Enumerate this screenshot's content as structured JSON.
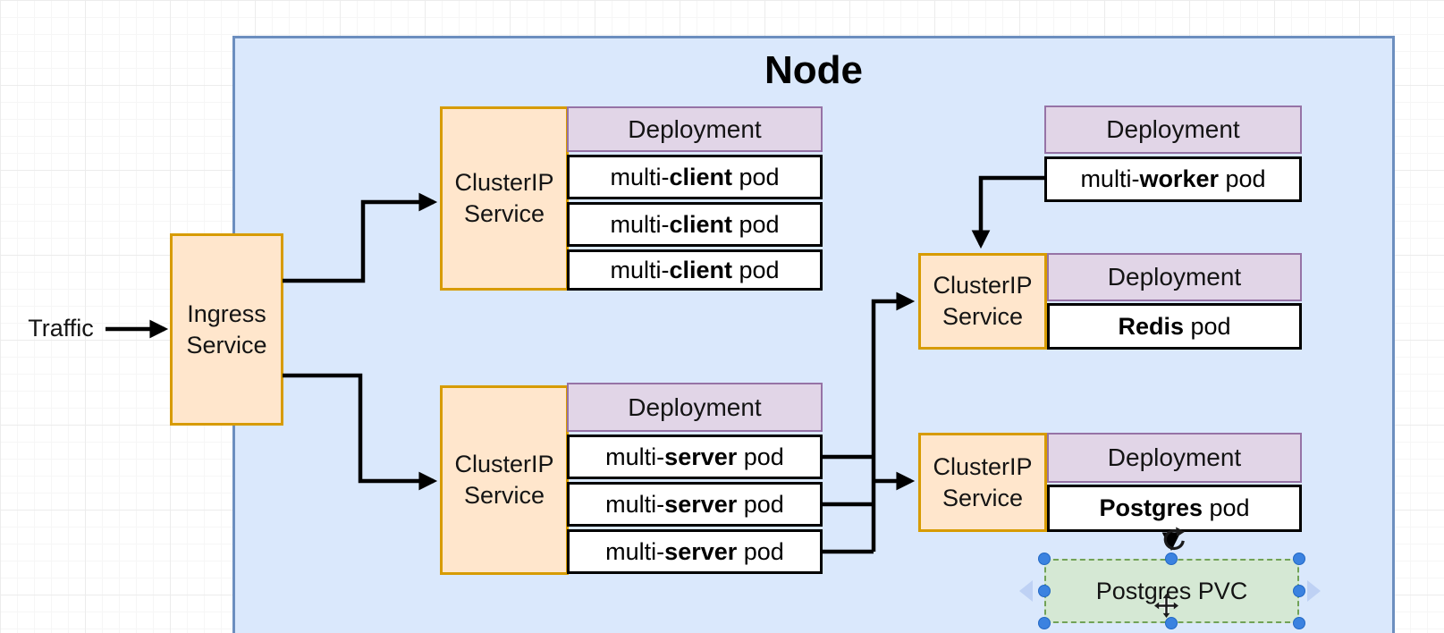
{
  "node": {
    "title": "Node"
  },
  "traffic": {
    "label": "Traffic"
  },
  "ingress": {
    "line1": "Ingress",
    "line2": "Service"
  },
  "cluster_ip": {
    "line1": "ClusterIP",
    "line2": "Service"
  },
  "deployments": {
    "client": {
      "header": "Deployment",
      "pods": {
        "prefix": "multi-",
        "name": "client",
        "suffix": " pod"
      }
    },
    "server": {
      "header": "Deployment",
      "pods": {
        "prefix": "multi-",
        "name": "server",
        "suffix": " pod"
      }
    },
    "worker": {
      "header": "Deployment",
      "pods": {
        "prefix": "multi-",
        "name": "worker",
        "suffix": " pod"
      }
    },
    "redis": {
      "header": "Deployment",
      "pods": {
        "prefix": "",
        "name": "Redis",
        "suffix": " pod"
      }
    },
    "postgres": {
      "header": "Deployment",
      "pods": {
        "prefix": "",
        "name": "Postgres",
        "suffix": " pod"
      }
    }
  },
  "pvc": {
    "label": "Postgres PVC"
  },
  "colors": {
    "node_fill": "#dae8fc",
    "node_border": "#6c8ebf",
    "service_fill": "#ffe6cc",
    "service_border": "#d79b00",
    "deployment_fill": "#e1d5e7",
    "deployment_border": "#9673a6",
    "pod_fill": "#ffffff",
    "pod_border": "#000000",
    "pvc_fill": "#d5e8d4",
    "pvc_border": "#82b366",
    "selection_handle": "#3b82e0",
    "direction_arrow": "#b8cdf2",
    "connector": "#000000"
  },
  "icons": {
    "rotate_cursor": "rotate-cursor-icon",
    "move_cursor": "move-cursor-icon"
  }
}
